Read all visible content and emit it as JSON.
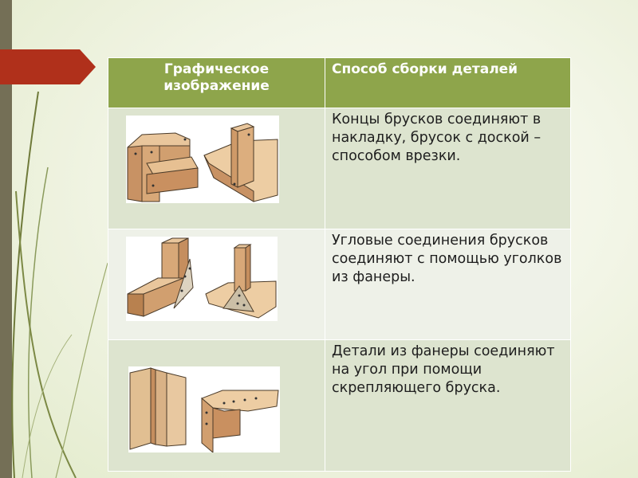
{
  "table": {
    "headers": [
      "Графическое изображение",
      "Способ сборки деталей"
    ],
    "rows": [
      {
        "illustration": "wood-joint-lap-and-inset-icon",
        "text": "Концы брусков соединяют в накладку, брусок с доской – способом врезки."
      },
      {
        "illustration": "wood-joint-corner-bracket-icon",
        "text": "Угловые соединения брусков соединяют с помощью уголков из фанеры."
      },
      {
        "illustration": "plywood-corner-joint-icon",
        "text": "Детали из фанеры соединяют на угол при помощи скрепляющего бруска."
      }
    ]
  },
  "colors": {
    "header_bg": "#8ea54b",
    "row_dark": "#dde4cf",
    "row_light": "#eef1e8",
    "arrow": "#b0301b",
    "left_bar": "#746f56"
  }
}
